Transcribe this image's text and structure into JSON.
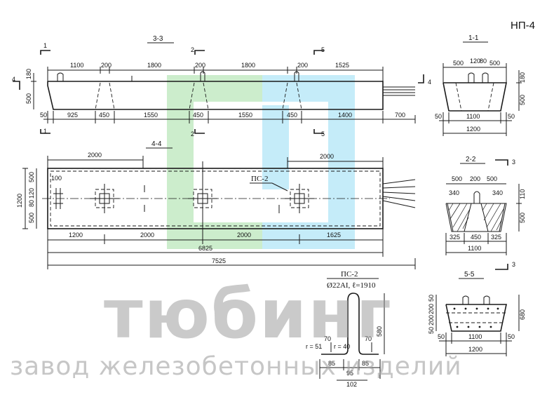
{
  "sheet_code": "НП-4",
  "watermark": {
    "brand": "тюбинг",
    "tagline": "завод железобетонных изделий"
  },
  "palette": {
    "line": "#1a1a1a",
    "logo_green": "#8fd98f",
    "logo_blue": "#7fd6f2",
    "watermark_gray": "#969696"
  },
  "sections": {
    "s33": "3-3",
    "s44": "4-4",
    "s11": "1-1",
    "s22": "2-2",
    "s55": "5-5",
    "ps2": "ПС-2"
  },
  "markers": {
    "m1": "1",
    "m2": "2",
    "m3": "3",
    "m4": "4",
    "m5": "5"
  },
  "elevation": {
    "top": [
      "1100",
      "200",
      "1800",
      "200",
      "1800",
      "200",
      "1525"
    ],
    "bottom": [
      "50",
      "925",
      "450",
      "1550",
      "450",
      "1550",
      "450",
      "1400",
      "700"
    ],
    "left": [
      "180",
      "500"
    ]
  },
  "plan": {
    "top_left": "2000",
    "top_right": "2000",
    "small": "100",
    "left": [
      "1200",
      "500",
      "120",
      "80",
      "500"
    ],
    "bottom": [
      "1200",
      "2000",
      "2000",
      "1625"
    ],
    "total_inner": "6825",
    "total": "7525"
  },
  "section11": {
    "top": [
      "500",
      "120",
      "80",
      "500"
    ],
    "right": [
      "180",
      "500"
    ],
    "bottom": [
      "50",
      "1100",
      "50"
    ],
    "width": "1200"
  },
  "section22": {
    "top": [
      "500",
      "200",
      "500"
    ],
    "left": "340",
    "right": "340",
    "right_dim": [
      "110",
      "500"
    ],
    "bottom": [
      "325",
      "450",
      "325"
    ],
    "width": "1100"
  },
  "section55": {
    "left": [
      "50",
      "200",
      "200",
      "50"
    ],
    "right": "680",
    "bottom": [
      "50",
      "1100",
      "50"
    ],
    "width": "1200"
  },
  "detail": {
    "title": "ПС-2",
    "spec": "Ø22АI, ℓ=1910",
    "height": "580",
    "hook_left": "70",
    "hook_right": "70",
    "r1": "r = 51",
    "r2": "r = 40",
    "bottom": [
      "85",
      "95",
      "85"
    ],
    "total": "102"
  }
}
